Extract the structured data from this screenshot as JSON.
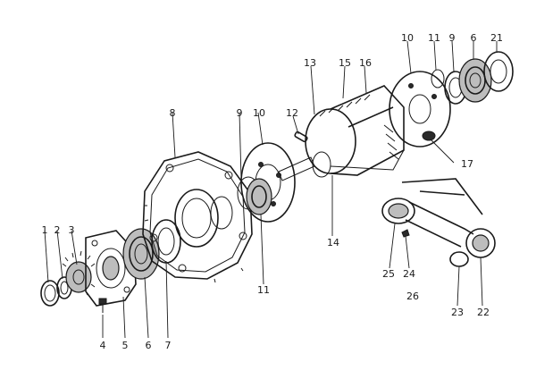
{
  "labels": {
    "l1": "1",
    "l2": "2",
    "l3": "3",
    "l4": "4",
    "l5": "5",
    "l6a": "6",
    "l7": "7",
    "l8": "8",
    "l9a": "9",
    "l10a": "10",
    "l11a": "11",
    "l12": "12",
    "l13": "13",
    "l14": "14",
    "l15": "15",
    "l16": "16",
    "l17": "17",
    "l10b": "10",
    "l11b": "11",
    "l9b": "9",
    "l6b": "6",
    "l21": "21",
    "l22": "22",
    "l23": "23",
    "l24": "24",
    "l25": "25",
    "l26": "26"
  }
}
